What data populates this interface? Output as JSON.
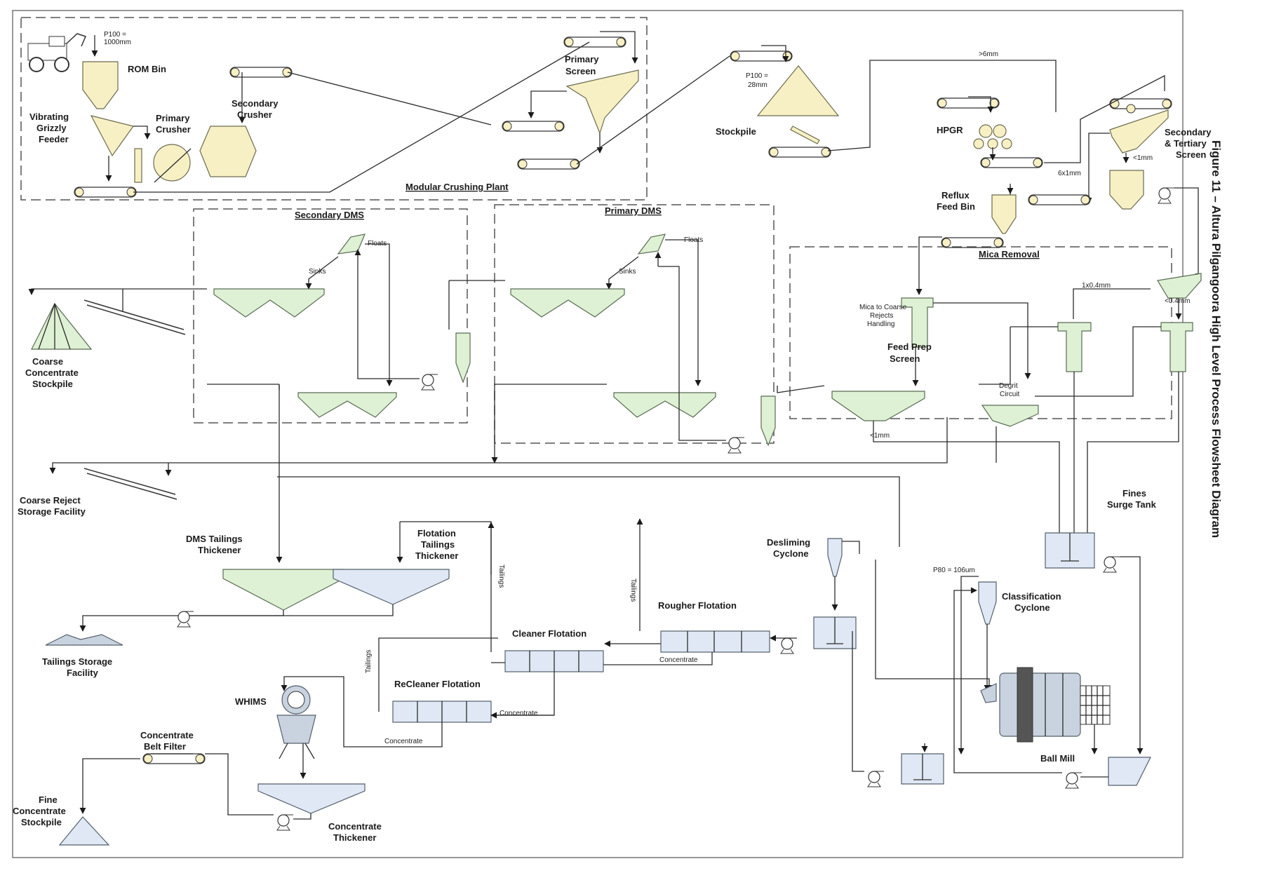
{
  "figure_title": "Figure 11 – Altura Pilgangoora High Level Process Flowsheet Diagram",
  "areas": {
    "crushing": "Modular Crushing Plant",
    "secondary_dms": "Secondary DMS",
    "primary_dms": "Primary DMS",
    "mica_removal": "Mica Removal"
  },
  "equipment": {
    "rom_bin": "ROM Bin",
    "vibrating_grizzly": [
      "Vibrating",
      "Grizzly",
      "Feeder"
    ],
    "primary_crusher": [
      "Primary",
      "Crusher"
    ],
    "secondary_crusher": [
      "Secondary",
      "Crusher"
    ],
    "primary_screen": [
      "Primary",
      "Screen"
    ],
    "stockpile": "Stockpile",
    "hpgr": "HPGR",
    "secondary_tertiary_screen": [
      "Secondary",
      "& Tertiary",
      "Screen"
    ],
    "reflux_feed_bin": [
      "Reflux",
      "Feed Bin"
    ],
    "coarse_concentrate_stockpile": [
      "Coarse",
      "Concentrate",
      "Stockpile"
    ],
    "coarse_reject": [
      "Coarse Reject",
      "Storage Facility"
    ],
    "mica_to_coarse": [
      "Mica to Coarse",
      "Rejects",
      "Handling"
    ],
    "feed_prep_screen": [
      "Feed Prep",
      "Screen"
    ],
    "degrit_circuit": [
      "Degrit",
      "Circuit"
    ],
    "fines_surge_tank": [
      "Fines",
      "Surge Tank"
    ],
    "dms_tailings_thickener": [
      "DMS Tailings",
      "Thickener"
    ],
    "flotation_tailings_thickener": [
      "Flotation",
      "Tailings",
      "Thickener"
    ],
    "desliming_cyclone": [
      "Desliming",
      "Cyclone"
    ],
    "tailings_storage_facility": [
      "Tailings Storage",
      "Facility"
    ],
    "rougher_flotation": "Rougher Flotation",
    "cleaner_flotation": "Cleaner Flotation",
    "recleaner_flotation": "ReCleaner Flotation",
    "classification_cyclone": [
      "Classification",
      "Cyclone"
    ],
    "whims": "WHIMS",
    "concentrate_belt_filter": [
      "Concentrate",
      "Belt Filter"
    ],
    "fine_concentrate_stockpile": [
      "Fine",
      "Concentrate",
      "Stockpile"
    ],
    "concentrate_thickener": [
      "Concentrate",
      "Thickener"
    ],
    "ball_mill": "Ball Mill"
  },
  "stream_labels": {
    "p100_rom": [
      "P100 =",
      "1000mm"
    ],
    "p100_stock": [
      "P100 =",
      "28mm"
    ],
    "gt6mm": ">6mm",
    "lt1mm_top": "<1mm",
    "six_by_1mm": "6x1mm",
    "floats": "Floats",
    "sinks": "Sinks",
    "one_by_04": "1x0.4mm",
    "lt04": "<0.4mm",
    "lt1mm": "<1mm",
    "p80": "P80 = 106um",
    "tailings": "Tailings",
    "concentrate": "Concentrate"
  }
}
